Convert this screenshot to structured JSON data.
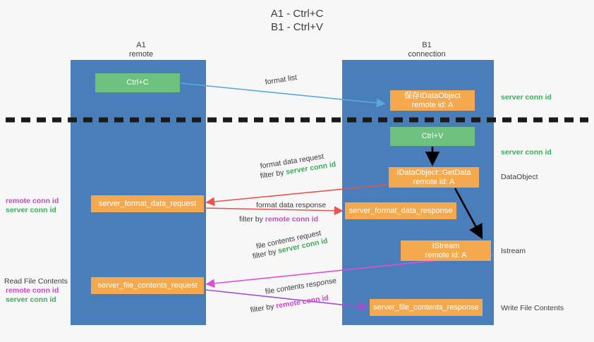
{
  "title": {
    "line1": "A1 - Ctrl+C",
    "line2": "B1 - Ctrl+V"
  },
  "colors": {
    "lane": "#4a7ebb",
    "green_box": "#6fc17f",
    "orange_box": "#f5a94e",
    "server_conn_id": "#3fa95c",
    "remote_conn_id": "#cc44cc",
    "arrow_blue": "#5aa9dd",
    "arrow_red": "#e8554e",
    "arrow_pink": "#d84fd8",
    "arrow_purple": "#a44bd0",
    "arrow_black": "#000000",
    "background": "#f7f7f7"
  },
  "columns": [
    {
      "name": "A1",
      "sub": "remote"
    },
    {
      "name": "B1",
      "sub": "connection"
    }
  ],
  "boxes": {
    "ctrl_c": "Ctrl+C",
    "ctrl_v": "Ctrl+V",
    "idataobject_line1": "保存IDataObject",
    "idataobject_line2": "remote id: A",
    "getdata_line1": "IDataObject::GetData",
    "getdata_line2": "remote id: A",
    "istream_line1": "IStream",
    "istream_line2": "remote id: A",
    "server_format_data_request": "server_format_data_request",
    "server_format_data_response": "server_format_data_response",
    "server_file_contents_request": "server_file_contents_request",
    "server_file_contents_response": "server_file_contents_response"
  },
  "edge_labels": {
    "format_list": "format list",
    "format_data_request": "format data request",
    "format_data_request_filter_prefix": "filter by ",
    "format_data_request_filter_value": "server conn id",
    "format_data_response": "format data response",
    "format_data_response_filter_prefix": "filter by ",
    "format_data_response_filter_value": "remote conn id",
    "file_contents_request": "file contents request",
    "file_contents_request_filter_prefix": "filter by ",
    "file_contents_request_filter_value": "server conn id",
    "file_contents_response": "file contents response",
    "file_contents_response_filter_prefix": "filter by ",
    "file_contents_response_filter_value": "remote conn id"
  },
  "side_labels": {
    "left_remote_conn_id": "remote conn id",
    "left_server_conn_id": "server conn id",
    "read_file_contents": "Read File Contents",
    "left2_remote_conn_id": "remote conn id",
    "left2_server_conn_id": "server conn id",
    "right_server_conn_id_top": "server conn id",
    "right_server_conn_id_mid": "server conn id",
    "right_dataobject": "DataObject",
    "right_istream": "Istream",
    "right_write_file_contents": "Write File Contents"
  }
}
